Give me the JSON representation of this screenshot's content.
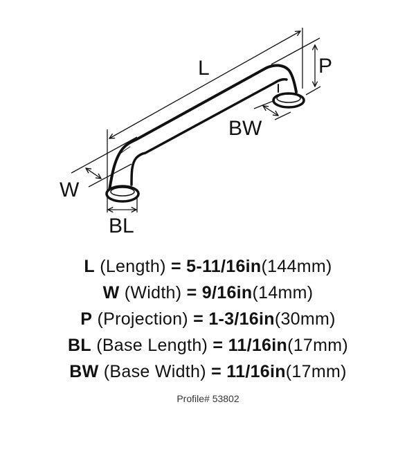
{
  "diagram": {
    "labels": {
      "L": "L",
      "P": "P",
      "BW": "BW",
      "W": "W",
      "BL": "BL"
    }
  },
  "specs": [
    {
      "abbr": "L",
      "name": "(Length)",
      "eq": "=",
      "imperial": "5-11/16in",
      "metric": "(144mm)"
    },
    {
      "abbr": "W",
      "name": "(Width)",
      "eq": "=",
      "imperial": "9/16in",
      "metric": "(14mm)"
    },
    {
      "abbr": "P",
      "name": "(Projection)",
      "eq": "=",
      "imperial": "1-3/16in",
      "metric": "(30mm)"
    },
    {
      "abbr": "BL",
      "name": "(Base Length)",
      "eq": "=",
      "imperial": "11/16in",
      "metric": "(17mm)"
    },
    {
      "abbr": "BW",
      "name": "(Base Width)",
      "eq": "=",
      "imperial": "11/16in",
      "metric": "(17mm)"
    }
  ],
  "profile": "Profile# 53802"
}
